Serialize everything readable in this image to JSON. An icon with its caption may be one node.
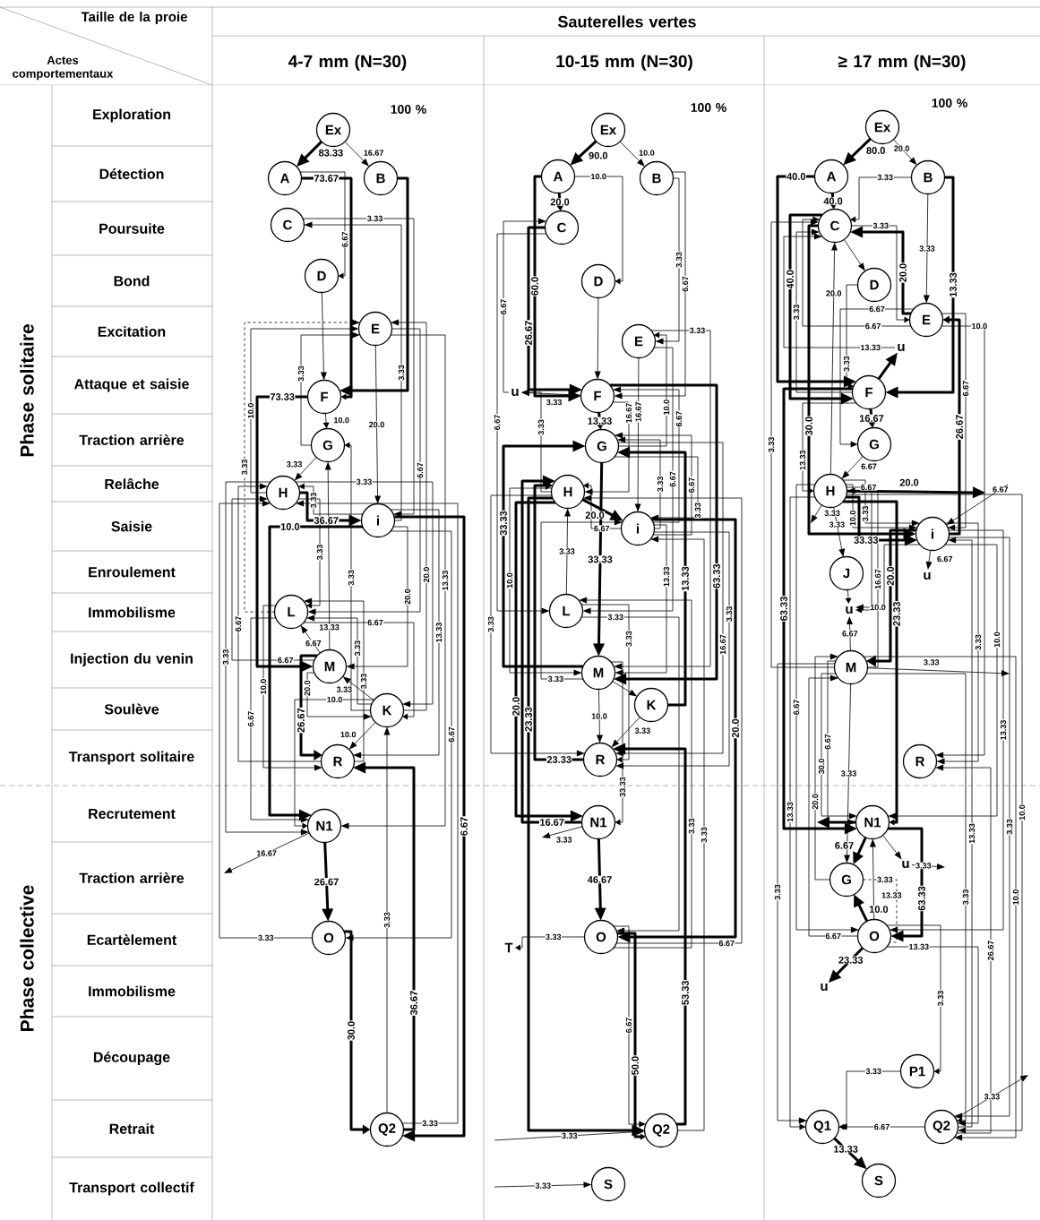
{
  "diagram": {
    "nodes": [
      {
        "text": [
          "Ex"
        ]
      },
      {
        "text": [
          "A"
        ]
      },
      {
        "text": [
          "B"
        ]
      },
      {
        "text": [
          "C"
        ]
      },
      {
        "text": [
          "D"
        ]
      },
      {
        "text": [
          "E"
        ]
      },
      {
        "text": [
          "F"
        ]
      },
      {
        "text": [
          "G"
        ]
      },
      {
        "text": [
          "H"
        ]
      },
      {
        "text": [
          "i"
        ]
      },
      {
        "text": [
          "L"
        ]
      },
      {
        "text": [
          "M"
        ]
      },
      {
        "text": [
          "K"
        ]
      },
      {
        "text": [
          "R"
        ]
      },
      {
        "text": [
          "N1"
        ]
      },
      {
        "text": [
          "O"
        ]
      },
      {
        "text": [
          "Q2"
        ]
      },
      {
        "text": [
          "Ex"
        ]
      },
      {
        "text": [
          "A"
        ]
      },
      {
        "text": [
          "B"
        ]
      },
      {
        "text": [
          "C"
        ]
      },
      {
        "text": [
          "D"
        ]
      },
      {
        "text": [
          "E"
        ]
      },
      {
        "text": [
          "F"
        ]
      },
      {
        "text": [
          "G"
        ]
      },
      {
        "text": [
          "H"
        ]
      },
      {
        "text": [
          "i"
        ]
      },
      {
        "text": [
          "L"
        ]
      },
      {
        "text": [
          "M"
        ]
      },
      {
        "text": [
          "K"
        ]
      },
      {
        "text": [
          "R"
        ]
      },
      {
        "text": [
          "N1"
        ]
      },
      {
        "text": [
          "O"
        ]
      },
      {
        "text": [
          "Q2"
        ]
      },
      {
        "text": [
          "S"
        ]
      },
      {
        "text": [
          "u"
        ]
      },
      {
        "text": [
          "T"
        ]
      },
      {
        "text": [
          "Ex"
        ]
      },
      {
        "text": [
          "A"
        ]
      },
      {
        "text": [
          "B"
        ]
      },
      {
        "text": [
          "C"
        ]
      },
      {
        "text": [
          "D"
        ]
      },
      {
        "text": [
          "E"
        ]
      },
      {
        "text": [
          "u"
        ]
      },
      {
        "text": [
          "F"
        ]
      },
      {
        "text": [
          "G"
        ]
      },
      {
        "text": [
          "H"
        ]
      },
      {
        "text": [
          "i"
        ]
      },
      {
        "text": [
          "u"
        ]
      },
      {
        "text": [
          "J"
        ]
      },
      {
        "text": [
          "u"
        ]
      },
      {
        "text": [
          "M"
        ]
      },
      {
        "text": [
          "R"
        ]
      },
      {
        "text": [
          "N1"
        ]
      },
      {
        "text": [
          "u"
        ]
      },
      {
        "text": [
          "G"
        ]
      },
      {
        "text": [
          "O"
        ]
      },
      {
        "text": [
          "u"
        ]
      },
      {
        "text": [
          "P1"
        ]
      },
      {
        "text": [
          "Q1"
        ]
      },
      {
        "text": [
          "Q2"
        ]
      },
      {
        "text": [
          "S"
        ]
      }
    ],
    "edges": [
      {
        "from": 0,
        "to": 1,
        "arrow": "to",
        "label": "83.33",
        "style": "thick"
      },
      {
        "from": 0,
        "to": 2,
        "arrow": "to",
        "label": "16.67"
      },
      {
        "from": 1,
        "to": 6,
        "arrow": "to",
        "label": "73.67",
        "style": "thick"
      },
      {
        "from": 6,
        "to": 11,
        "arrow": "to",
        "label": "73.33",
        "style": "thick"
      },
      {
        "from": 2,
        "to": 6,
        "arrow": "to",
        "style": "thick"
      },
      {
        "from": 9,
        "to": 3,
        "arrow": "to",
        "label": "3.33"
      },
      {
        "from": 3,
        "to": 9,
        "arrow": "to",
        "label": "3.33"
      },
      {
        "from": 1,
        "to": 4,
        "arrow": "to",
        "label": "6.67"
      },
      {
        "from": 4,
        "to": 6,
        "arrow": "to"
      },
      {
        "from": 8,
        "to": 5,
        "arrow": "to",
        "label": "10.0"
      },
      {
        "from": 5,
        "to": 10,
        "arrow": "to",
        "label": "6.67"
      },
      {
        "from": 12,
        "to": 5,
        "arrow": "to",
        "label": "20.0"
      },
      {
        "from": 10,
        "to": 5,
        "arrow": "to",
        "label": "3.33",
        "style": "dashed"
      },
      {
        "from": 7,
        "to": 5,
        "arrow": "to",
        "label": "3.33"
      },
      {
        "from": 5,
        "to": 9,
        "arrow": "to",
        "label": "20.0"
      },
      {
        "from": 6,
        "to": 7,
        "arrow": "to",
        "label": "10.0"
      },
      {
        "from": 7,
        "to": 8,
        "arrow": "to",
        "label": "3.33"
      },
      {
        "from": 12,
        "to": 7,
        "arrow": "to",
        "label": "3.33"
      },
      {
        "from": 8,
        "to": 9,
        "arrow": "to",
        "label": "36.67",
        "style": "thick"
      },
      {
        "from": 9,
        "to": 8,
        "arrow": "to",
        "label": "3.33"
      },
      {
        "from": 13,
        "to": 8,
        "arrow": "to",
        "label": "6.67"
      },
      {
        "from": 11,
        "to": 8,
        "arrow": "to",
        "label": "6.67"
      },
      {
        "from": 9,
        "to": 11,
        "arrow": "to",
        "label": "20.0"
      },
      {
        "from": 11,
        "to": 7,
        "arrow": "to",
        "label": "13.33"
      },
      {
        "from": 8,
        "to": 10,
        "arrow": "to",
        "label": "3.33"
      },
      {
        "from": 12,
        "to": 10,
        "arrow": "to",
        "label": "3.33"
      },
      {
        "from": 13,
        "to": 10,
        "arrow": "to",
        "label": "3.33"
      },
      {
        "from": 11,
        "to": 10,
        "arrow": "to",
        "label": "6.67"
      },
      {
        "from": 12,
        "to": 11,
        "arrow": "to",
        "label": "3.33"
      },
      {
        "from": 11,
        "to": 12,
        "arrow": "to",
        "label": "20.0"
      },
      {
        "from": 8,
        "to": 12,
        "arrow": "to",
        "label": "3.33"
      },
      {
        "from": 10,
        "to": 12,
        "arrow": "to",
        "label": "6.67"
      },
      {
        "from": 11,
        "to": 13,
        "arrow": "to",
        "label": "26.67",
        "style": "thick"
      },
      {
        "from": 12,
        "to": 13,
        "arrow": "to",
        "label": "10.0"
      },
      {
        "from": 9,
        "to": 13,
        "arrow": "to",
        "label": "13.33"
      },
      {
        "from": 16,
        "to": 13,
        "arrow": "to",
        "label": "36.67",
        "style": "thick"
      },
      {
        "from": 10,
        "to": 13,
        "arrow": "to",
        "label": "10.0"
      },
      {
        "from": 12,
        "to": 14,
        "arrow": "to",
        "label": "10.0"
      },
      {
        "from": 10,
        "to": 14,
        "arrow": "to",
        "label": "6.67"
      },
      {
        "from": 8,
        "to": 14,
        "arrow": "to",
        "label": "3.33"
      },
      {
        "from": 5,
        "to": 14,
        "arrow": "to",
        "label": "13.33"
      },
      {
        "from": 9,
        "to": 14,
        "arrow": "to",
        "label": "10.0",
        "style": "thick"
      },
      {
        "from": 14,
        "to": 15,
        "arrow": "to",
        "label": "26.67",
        "style": "thick"
      },
      {
        "from": 14,
        "to": null,
        "arrow": "to",
        "label": "16.67"
      },
      {
        "from": 15,
        "to": 8,
        "arrow": "to",
        "label": "3.33"
      },
      {
        "from": 9,
        "to": 15,
        "arrow": "to",
        "label": "6.67"
      },
      {
        "from": 15,
        "to": 16,
        "arrow": "to",
        "label": "30.0",
        "style": "thick"
      },
      {
        "from": 16,
        "to": 8,
        "arrow": "to",
        "label": "3.33"
      },
      {
        "from": 9,
        "to": 16,
        "arrow": "to",
        "label": "6.67",
        "style": "thick"
      },
      {
        "from": 16,
        "to": 12,
        "arrow": "to",
        "label": "3.33"
      },
      {
        "from": 17,
        "to": 18,
        "arrow": "to",
        "label": "90.0",
        "style": "thick"
      },
      {
        "from": 17,
        "to": 19,
        "arrow": "to",
        "label": "10.0"
      },
      {
        "from": 18,
        "to": 20,
        "arrow": "to",
        "label": "20.0",
        "style": "thick"
      },
      {
        "from": 18,
        "to": 23,
        "arrow": "to",
        "label": "60.0",
        "style": "thick"
      },
      {
        "from": 18,
        "to": 21,
        "arrow": "to",
        "label": "10.0"
      },
      {
        "from": 21,
        "to": 23,
        "arrow": "to"
      },
      {
        "from": 19,
        "to": 22,
        "arrow": "to",
        "label": "3.33"
      },
      {
        "from": 19,
        "to": 23,
        "arrow": "to",
        "label": "6.67"
      },
      {
        "from": 20,
        "to": 23,
        "arrow": "to",
        "label": "26.67",
        "style": "thick"
      },
      {
        "from": 23,
        "to": 35,
        "arrow": "to",
        "label": "3.33"
      },
      {
        "from": 25,
        "to": 35,
        "arrow": "to",
        "label": "3.33"
      },
      {
        "from": 35,
        "to": 20,
        "arrow": "to",
        "label": "6.67"
      },
      {
        "from": 24,
        "to": 22,
        "arrow": "to",
        "label": "10.0"
      },
      {
        "from": 20,
        "to": 27,
        "arrow": "to",
        "label": "6.67"
      },
      {
        "from": 22,
        "to": 27,
        "arrow": "to",
        "label": "6.67"
      },
      {
        "from": 23,
        "to": 24,
        "arrow": "to",
        "label": "13.33",
        "style": "thick"
      },
      {
        "from": 26,
        "to": 24,
        "arrow": "to",
        "label": "3.33"
      },
      {
        "from": 26,
        "to": 23,
        "arrow": "to",
        "label": "6.67"
      },
      {
        "from": 29,
        "to": 24,
        "arrow": "to",
        "label": "13.33",
        "style": "thick"
      },
      {
        "from": 23,
        "to": 25,
        "arrow": "to",
        "label": "16.67"
      },
      {
        "from": 26,
        "to": 24,
        "arrow": "to",
        "label": "6.67"
      },
      {
        "from": 24,
        "to": 26,
        "arrow": "to",
        "label": "3.33"
      },
      {
        "from": 22,
        "to": 26,
        "arrow": "to",
        "label": "16.67"
      },
      {
        "from": 25,
        "to": 26,
        "arrow": "to",
        "label": "20.0",
        "style": "thick"
      },
      {
        "from": 26,
        "to": 25,
        "arrow": "to",
        "label": "6.67"
      },
      {
        "from": 33,
        "to": 26,
        "arrow": "to",
        "label": "3.33"
      },
      {
        "from": 30,
        "to": 25,
        "arrow": "to",
        "label": "23.33",
        "style": "thick"
      },
      {
        "from": 24,
        "to": 28,
        "arrow": "to",
        "label": "33.33",
        "style": "thick"
      },
      {
        "from": 25,
        "to": 33,
        "arrow": "to",
        "label": "23.33",
        "style": "thick"
      },
      {
        "from": 31,
        "to": 25,
        "arrow": "to",
        "label": "16.67",
        "style": "thick"
      },
      {
        "from": 25,
        "to": 31,
        "arrow": "to",
        "label": "20.0",
        "style": "thick"
      },
      {
        "from": 25,
        "to": 28,
        "arrow": "to",
        "label": "10.0"
      },
      {
        "from": 28,
        "to": 24,
        "arrow": "to",
        "label": "33.33",
        "style": "thick"
      },
      {
        "from": 26,
        "to": 28,
        "arrow": "to",
        "label": "13.33"
      },
      {
        "from": 27,
        "to": 25,
        "arrow": "to",
        "label": "3.33"
      },
      {
        "from": 28,
        "to": 26,
        "arrow": "to",
        "label": "3.33"
      },
      {
        "from": 22,
        "to": 28,
        "arrow": "to",
        "label": "3.33"
      },
      {
        "from": 23,
        "to": 28,
        "arrow": "to",
        "label": "63.33",
        "style": "thick"
      },
      {
        "from": 28,
        "to": 29,
        "arrow": "to"
      },
      {
        "from": 28,
        "to": 31,
        "arrow": "to",
        "label": "33.33"
      },
      {
        "from": 28,
        "to": 30,
        "arrow": "to",
        "label": "10.0"
      },
      {
        "from": 25,
        "to": 30,
        "arrow": "to",
        "label": "3.33"
      },
      {
        "from": 27,
        "to": 30,
        "arrow": "to",
        "label": "3.33"
      },
      {
        "from": 24,
        "to": 30,
        "arrow": "to",
        "label": "16.67"
      },
      {
        "from": 29,
        "to": 30,
        "arrow": "to",
        "label": "3.33"
      },
      {
        "from": 26,
        "to": 30,
        "arrow": "to",
        "label": "3.33"
      },
      {
        "from": 31,
        "to": null,
        "arrow": "to",
        "label": "3.33"
      },
      {
        "from": 31,
        "to": 32,
        "arrow": "to",
        "label": "46.67",
        "style": "thick"
      },
      {
        "from": 26,
        "to": 32,
        "arrow": "to",
        "label": "20.0",
        "style": "thick"
      },
      {
        "from": 27,
        "to": 32,
        "arrow": "to",
        "label": "3.33"
      },
      {
        "from": 32,
        "to": 25,
        "arrow": "to",
        "label": "6.67"
      },
      {
        "from": 32,
        "to": 33,
        "arrow": "to",
        "label": "6.67"
      },
      {
        "from": 32,
        "to": 36,
        "arrow": "to",
        "label": "3.33"
      },
      {
        "from": 32,
        "to": 27,
        "arrow": "to",
        "label": "3.33"
      },
      {
        "from": 32,
        "to": 33,
        "arrow": "to",
        "label": "50.0",
        "style": "thick"
      },
      {
        "from": 33,
        "to": 30,
        "arrow": "to",
        "label": "53.33",
        "style": "thick"
      },
      {
        "from": null,
        "to": 33,
        "arrow": "to",
        "label": "3.33"
      },
      {
        "from": null,
        "to": 34,
        "arrow": "to",
        "label": "3.33"
      },
      {
        "from": 37,
        "to": 38,
        "arrow": "to",
        "label": "80.0",
        "style": "thick"
      },
      {
        "from": 37,
        "to": 39,
        "arrow": "to",
        "label": "20.0"
      },
      {
        "from": 38,
        "to": 40,
        "arrow": "to",
        "label": "40.0",
        "style": "thick"
      },
      {
        "from": 40,
        "to": 42,
        "arrow": "to",
        "label": "3.33"
      },
      {
        "from": 39,
        "to": 40,
        "arrow": "to",
        "label": "3.33"
      },
      {
        "from": 39,
        "to": 44,
        "arrow": "to",
        "label": "13.33",
        "style": "thick"
      },
      {
        "from": 40,
        "to": 47,
        "arrow": "to",
        "label": "30.0",
        "style": "thick"
      },
      {
        "from": 42,
        "to": 40,
        "arrow": "to",
        "label": "20.0",
        "style": "thick"
      },
      {
        "from": 42,
        "to": 40,
        "arrow": "to",
        "label": "6.67"
      },
      {
        "from": 39,
        "to": 42,
        "arrow": "to",
        "label": "3.33"
      },
      {
        "from": 44,
        "to": 40,
        "arrow": "to",
        "label": "3.33"
      },
      {
        "from": 40,
        "to": 41,
        "arrow": "to"
      },
      {
        "from": 41,
        "to": 44,
        "arrow": "to",
        "label": "3.33"
      },
      {
        "from": 40,
        "to": 44,
        "arrow": "to",
        "label": "40.0",
        "style": "thick"
      },
      {
        "from": 44,
        "to": 43,
        "arrow": "to",
        "style": "thick"
      },
      {
        "from": 43,
        "to": 40,
        "arrow": "to",
        "label": "13.33"
      },
      {
        "from": 38,
        "to": 44,
        "arrow": "to",
        "label": "40.0",
        "style": "thick"
      },
      {
        "from": 47,
        "to": 42,
        "arrow": "to",
        "label": "26.67",
        "style": "thick"
      },
      {
        "from": 51,
        "to": 40,
        "arrow": "to",
        "label": "3.33"
      },
      {
        "from": 46,
        "to": 40,
        "arrow": "to",
        "label": "20.0"
      },
      {
        "from": 44,
        "to": 45,
        "arrow": "to",
        "label": "16.67",
        "style": "thick"
      },
      {
        "from": 42,
        "to": 45,
        "arrow": "to",
        "label": "6.67"
      },
      {
        "from": 44,
        "to": 46,
        "arrow": "to",
        "label": "13.33"
      },
      {
        "from": 45,
        "to": 46,
        "arrow": "to",
        "label": "6.67"
      },
      {
        "from": 51,
        "to": 46,
        "arrow": "to",
        "label": "16.67"
      },
      {
        "from": 46,
        "to": null,
        "arrow": "to",
        "label": "20.0",
        "style": "thick"
      },
      {
        "from": null,
        "to": 47,
        "arrow": "to",
        "label": "6.67"
      },
      {
        "from": 46,
        "to": 47,
        "arrow": "to",
        "label": "10.0"
      },
      {
        "from": 46,
        "to": null,
        "arrow": "to",
        "label": "3.33"
      },
      {
        "from": 46,
        "to": 47,
        "arrow": "to",
        "label": "33.33",
        "style": "thick"
      },
      {
        "from": 46,
        "to": 47,
        "arrow": "to",
        "label": "3.33"
      },
      {
        "from": 42,
        "to": 47,
        "arrow": "to",
        "label": "6.67"
      },
      {
        "from": 47,
        "to": 48,
        "arrow": "to",
        "label": "6.67"
      },
      {
        "from": 60,
        "to": 47,
        "arrow": "to",
        "label": "13.33"
      },
      {
        "from": 46,
        "to": 53,
        "arrow": "to",
        "label": "23.33",
        "style": "thick"
      },
      {
        "from": 46,
        "to": 49,
        "arrow": "to",
        "label": "3.33"
      },
      {
        "from": 49,
        "to": 50,
        "arrow": "to"
      },
      {
        "from": 46,
        "to": 50,
        "arrow": "to",
        "label": "6.67"
      },
      {
        "from": 47,
        "to": 50,
        "arrow": "to",
        "label": "10.0"
      },
      {
        "from": 51,
        "to": 50,
        "arrow": "to",
        "label": "6.67"
      },
      {
        "from": 51,
        "to": 53,
        "arrow": "to",
        "label": "6.67"
      },
      {
        "from": 47,
        "to": 51,
        "arrow": "to",
        "label": "20.0",
        "style": "thick"
      },
      {
        "from": 51,
        "to": null,
        "arrow": "to",
        "label": "3.33"
      },
      {
        "from": 51,
        "to": 60,
        "arrow": "to",
        "label": "3.33"
      },
      {
        "from": 51,
        "to": 55,
        "arrow": "to",
        "label": "3.33"
      },
      {
        "from": 51,
        "to": 53,
        "arrow": "to",
        "label": "30.0"
      },
      {
        "from": 55,
        "to": 51,
        "arrow": "to",
        "label": "20.0"
      },
      {
        "from": 56,
        "to": 51,
        "arrow": "to",
        "label": "6.67"
      },
      {
        "from": 44,
        "to": 53,
        "arrow": "to",
        "label": "63.33",
        "style": "thick"
      },
      {
        "from": 47,
        "to": 52,
        "arrow": "to",
        "label": "3.33"
      },
      {
        "from": 42,
        "to": 52,
        "arrow": "to",
        "label": "10.0"
      },
      {
        "from": 60,
        "to": 52,
        "arrow": "to",
        "label": "26.67"
      },
      {
        "from": 56,
        "to": 53,
        "arrow": "to",
        "label": "13.33"
      },
      {
        "from": 53,
        "to": null,
        "arrow": "to",
        "style": "thick"
      },
      {
        "from": 47,
        "to": 53,
        "arrow": "to",
        "label": "10.0"
      },
      {
        "from": 53,
        "to": 55,
        "arrow": "to",
        "label": "6.67",
        "style": "thick"
      },
      {
        "from": 53,
        "to": 54,
        "arrow": "to"
      },
      {
        "from": 54,
        "to": null,
        "arrow": "to",
        "label": "3.33"
      },
      {
        "from": 53,
        "to": 56,
        "arrow": "to",
        "label": "63.33",
        "style": "thick"
      },
      {
        "from": 56,
        "to": 55,
        "arrow": "to",
        "label": "10.0",
        "style": "thick"
      },
      {
        "from": 46,
        "to": 56,
        "arrow": "to",
        "label": "6.67"
      },
      {
        "from": 47,
        "to": 56,
        "arrow": "to",
        "label": "13.33"
      },
      {
        "from": 55,
        "to": 56,
        "arrow": "none",
        "label": "3.33",
        "style": "dashed"
      },
      {
        "from": 46,
        "to": 59,
        "arrow": "to",
        "label": "13.33"
      },
      {
        "from": 56,
        "to": 57,
        "arrow": "to",
        "label": "23.33",
        "style": "thick"
      },
      {
        "from": 56,
        "to": 58,
        "arrow": "to",
        "label": "3.33"
      },
      {
        "from": 47,
        "to": 60,
        "arrow": "to",
        "label": "3.33"
      },
      {
        "from": 58,
        "to": 59,
        "arrow": "to",
        "label": "3.33"
      },
      {
        "from": 51,
        "to": 59,
        "arrow": "to",
        "label": "3.33"
      },
      {
        "from": 60,
        "to": 59,
        "arrow": "to",
        "label": "6.67"
      },
      {
        "from": 51,
        "to": 60,
        "arrow": "to",
        "label": "10.0"
      },
      {
        "from": 60,
        "to": null,
        "arrow": "to",
        "label": "3.33"
      },
      {
        "from": 56,
        "to": 60,
        "arrow": "to",
        "label": "13.33"
      },
      {
        "from": 59,
        "to": 61,
        "arrow": "to",
        "label": "13.33",
        "style": "thick"
      },
      {
        "from": 46,
        "to": 60,
        "arrow": "to",
        "label": "10.0"
      }
    ],
    "labels": [
      "Taille de la proie",
      "Sauterelles vertes",
      "Actes comportementaux",
      "4-7 mm (N=30)",
      "10-15 mm (N=30)",
      "≥ 17 mm (N=30)",
      "100 %",
      "100 %",
      "100 %",
      "Phase solitaire",
      "Exploration",
      "Détection",
      "Poursuite",
      "Bond",
      "Excitation",
      "Attaque et saisie",
      "Traction arrière",
      "Relâche",
      "Saisie",
      "Enroulement",
      "Immobilisme",
      "Injection du venin",
      "Soulève",
      "Transport solitaire",
      "Phase collective",
      "Recrutement",
      "Traction arrière",
      "Ecartèlement",
      "Immobilisme",
      "Découpage",
      "Retrait",
      "Transport collectif"
    ]
  }
}
